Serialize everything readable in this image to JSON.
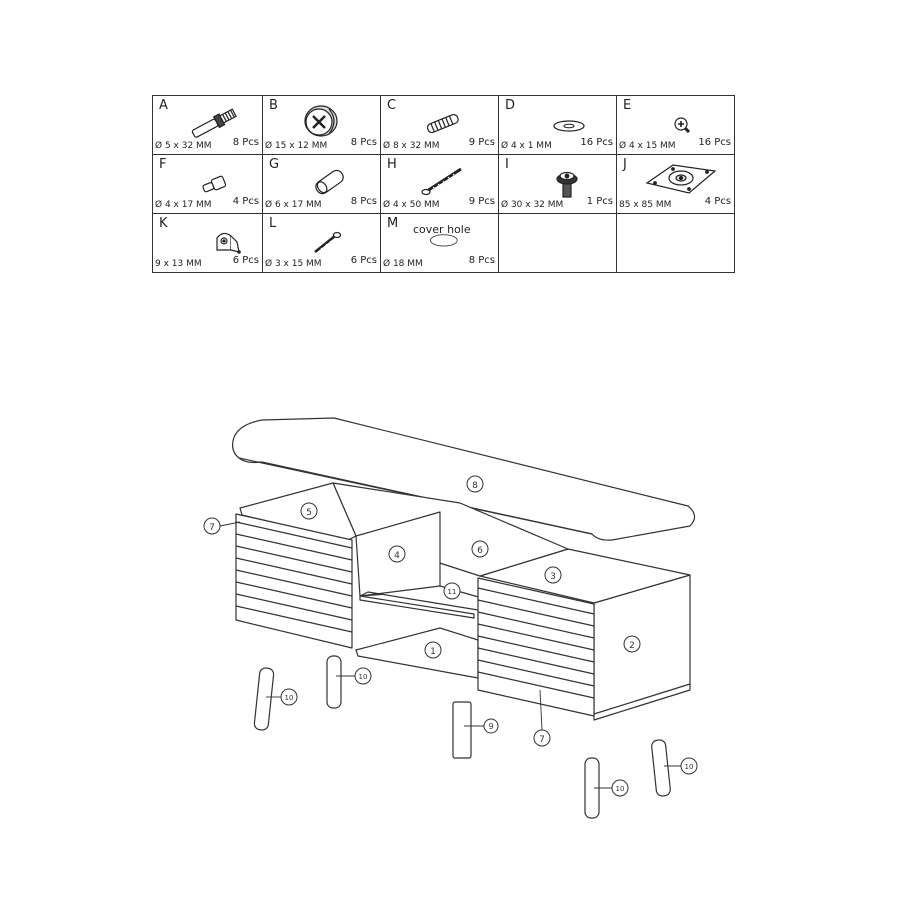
{
  "hardware": [
    {
      "letter": "A",
      "spec": "Ø 5 x 32 MM",
      "qty": "8 Pcs",
      "icon": "cam-bolt-icon"
    },
    {
      "letter": "B",
      "spec": "Ø 15 x 12 MM",
      "qty": "8 Pcs",
      "icon": "cam-lock-icon"
    },
    {
      "letter": "C",
      "spec": "Ø 8 x 32 MM",
      "qty": "9 Pcs",
      "icon": "wood-dowel-icon"
    },
    {
      "letter": "D",
      "spec": "Ø 4 x 1 MM",
      "qty": "16 Pcs",
      "icon": "washer-icon"
    },
    {
      "letter": "E",
      "spec": "Ø 4 x 15 MM",
      "qty": "16 Pcs",
      "icon": "screw-head-icon"
    },
    {
      "letter": "F",
      "spec": "Ø 4 x 17 MM",
      "qty": "4 Pcs",
      "icon": "shelf-pin-icon"
    },
    {
      "letter": "G",
      "spec": "Ø 6 x 17 MM",
      "qty": "8 Pcs",
      "icon": "connector-sleeve-icon"
    },
    {
      "letter": "H",
      "spec": "Ø 4 x 50 MM",
      "qty": "9 Pcs",
      "icon": "long-screw-icon"
    },
    {
      "letter": "I",
      "spec": "Ø 30 x 32 MM",
      "qty": "1 Pcs",
      "icon": "leveling-foot-icon"
    },
    {
      "letter": "J",
      "spec": "85 x 85 MM",
      "qty": "4 Pcs",
      "icon": "leg-mounting-plate-icon"
    },
    {
      "letter": "K",
      "spec": "9 x 13 MM",
      "qty": "6 Pcs",
      "icon": "corner-bracket-icon"
    },
    {
      "letter": "L",
      "spec": "Ø 3 x 15 MM",
      "qty": "6 Pcs",
      "icon": "small-screw-icon"
    },
    {
      "letter": "M",
      "spec": "Ø 18 MM",
      "qty": "8 Pcs",
      "note": "cover hole",
      "icon": "cover-cap-icon"
    }
  ],
  "parts": {
    "p1": "1",
    "p2": "2",
    "p3": "3",
    "p4": "4",
    "p5": "5",
    "p6": "6",
    "p7": "7",
    "p8": "8",
    "p9": "9",
    "p10": "10",
    "p11": "11"
  }
}
